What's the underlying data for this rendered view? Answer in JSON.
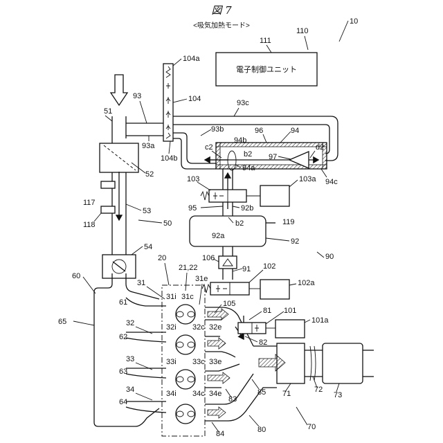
{
  "figure": {
    "title": "図 7",
    "mode": "<吸気加熱モード>"
  },
  "labels": {
    "l10": "10",
    "l110": "110",
    "l111": "111",
    "ecu": "電子制御ユニット",
    "l104a": "104a",
    "l104": "104",
    "l104b": "104b",
    "l93": "93",
    "l93a": "93a",
    "l93b": "93b",
    "l93c": "93c",
    "l94": "94",
    "l94a": "94a",
    "l94b": "94b",
    "l94c": "94c",
    "l96": "96",
    "l97": "97",
    "lc2": "c2",
    "lb2": "b2",
    "ld2": "d2",
    "l51": "51",
    "l52": "52",
    "l53": "53",
    "l50": "50",
    "l117": "117",
    "l118": "118",
    "l54": "54",
    "l103": "103",
    "l103a": "103a",
    "l95": "95",
    "l92b": "92b",
    "lb2b": "b2",
    "l119": "119",
    "l92a": "92a",
    "l92": "92",
    "l90": "90",
    "l106": "106",
    "l91": "91",
    "l102": "102",
    "l102a": "102a",
    "l20": "20",
    "l2122": "21,22",
    "l60": "60",
    "l31": "31",
    "l31i": "31i",
    "l31c": "31c",
    "l31e": "31e",
    "l61": "61",
    "l105": "105",
    "l81": "81",
    "l101": "101",
    "l101a": "101a",
    "l65": "65",
    "l32": "32",
    "l32i": "32i",
    "l32c": "32c",
    "l32e": "32e",
    "l62": "62",
    "l82": "82",
    "l33": "33",
    "l33i": "33i",
    "l33c": "33c",
    "l33e": "33e",
    "l63": "63",
    "l34": "34",
    "l34i": "34i",
    "l34c": "34c",
    "l34e": "34e",
    "l64": "64",
    "l83": "83",
    "l84": "84",
    "l85": "85",
    "l80": "80",
    "l71": "71",
    "l72": "72",
    "l73": "73",
    "l70": "70"
  }
}
